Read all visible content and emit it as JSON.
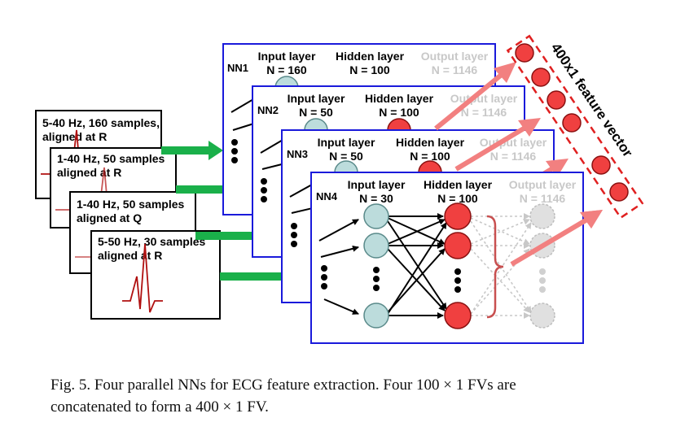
{
  "signals": [
    {
      "line1": "5-40 Hz, 160 samples,",
      "line2": "aligned at R"
    },
    {
      "line1": "1-40 Hz, 50 samples",
      "line2": "aligned at R"
    },
    {
      "line1": "1-40 Hz, 50 samples",
      "line2": "aligned at Q"
    },
    {
      "line1": "5-50 Hz, 30 samples",
      "line2": "aligned at R"
    }
  ],
  "networks": [
    {
      "name": "NN1",
      "input_title": "Input layer",
      "input_n": "N = 160",
      "hidden_title": "Hidden layer",
      "hidden_n": "N = 100",
      "output_title": "Output layer",
      "output_n": "N = 1146"
    },
    {
      "name": "NN2",
      "input_title": "Input layer",
      "input_n": "N = 50",
      "hidden_title": "Hidden layer",
      "hidden_n": "N = 100",
      "output_title": "Output layer",
      "output_n": "N = 1146"
    },
    {
      "name": "NN3",
      "input_title": "Input layer",
      "input_n": "N = 50",
      "hidden_title": "Hidden layer",
      "hidden_n": "N = 100",
      "output_title": "Output layer",
      "output_n": "N = 1146"
    },
    {
      "name": "NN4",
      "input_title": "Input layer",
      "input_n": "N = 30",
      "hidden_title": "Hidden layer",
      "hidden_n": "N = 100",
      "output_title": "Output layer",
      "output_n": "N = 1146"
    }
  ],
  "feature_vector_label": "400x1 feature vector",
  "caption": {
    "line1": "Fig. 5.   Four parallel NNs for ECG feature extraction. Four 100 × 1 FVs are",
    "line2": "concatenated to form a 400 × 1 FV."
  },
  "colors": {
    "network_border": "#1a1adb",
    "input_node": "#bcdcdc",
    "hidden_node": "#f04040",
    "output_node": "#d8d8d8",
    "green_arrow": "#1ab04a",
    "pink_arrow": "#f28080",
    "ecg_trace": "#b01010",
    "fv_border": "#e02020"
  }
}
